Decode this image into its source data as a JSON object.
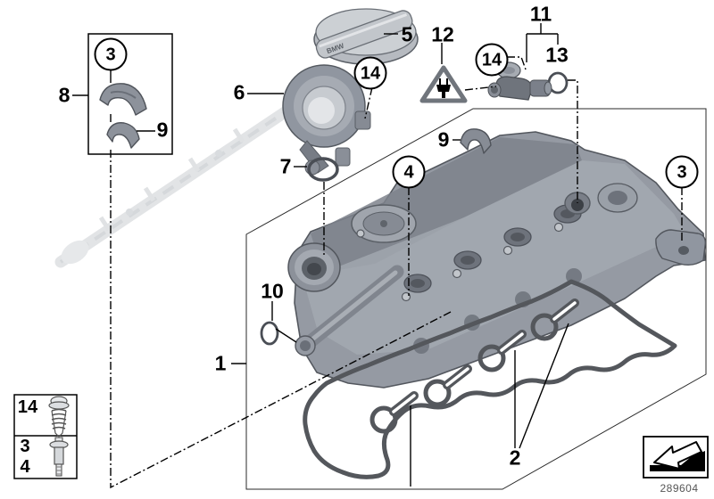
{
  "diagram": {
    "drawing_number": "289604",
    "cap_brand_text": "BMW",
    "callouts": {
      "n1": "1",
      "n2": "2",
      "n5": "5",
      "n6": "6",
      "n7": "7",
      "n8": "8",
      "n9_box": "9",
      "n9_cover": "9",
      "n10": "10",
      "n11": "11",
      "n12": "12",
      "n13": "13",
      "c3_box": "3",
      "c3_right": "3",
      "c4": "4",
      "c14_cap": "14",
      "c14_sensor": "14",
      "screwbox_14": "14",
      "screwbox_3": "3",
      "screwbox_4": "4"
    },
    "icons": {
      "warning_triangle": "electrical-connector-warning",
      "direction_arrow": "viewing-direction-arrow"
    },
    "colors": {
      "line": "#000000",
      "part_gray": "#959aa3",
      "gasket_gray": "#54575c",
      "ghost_gray": "#e0e2e4"
    }
  }
}
